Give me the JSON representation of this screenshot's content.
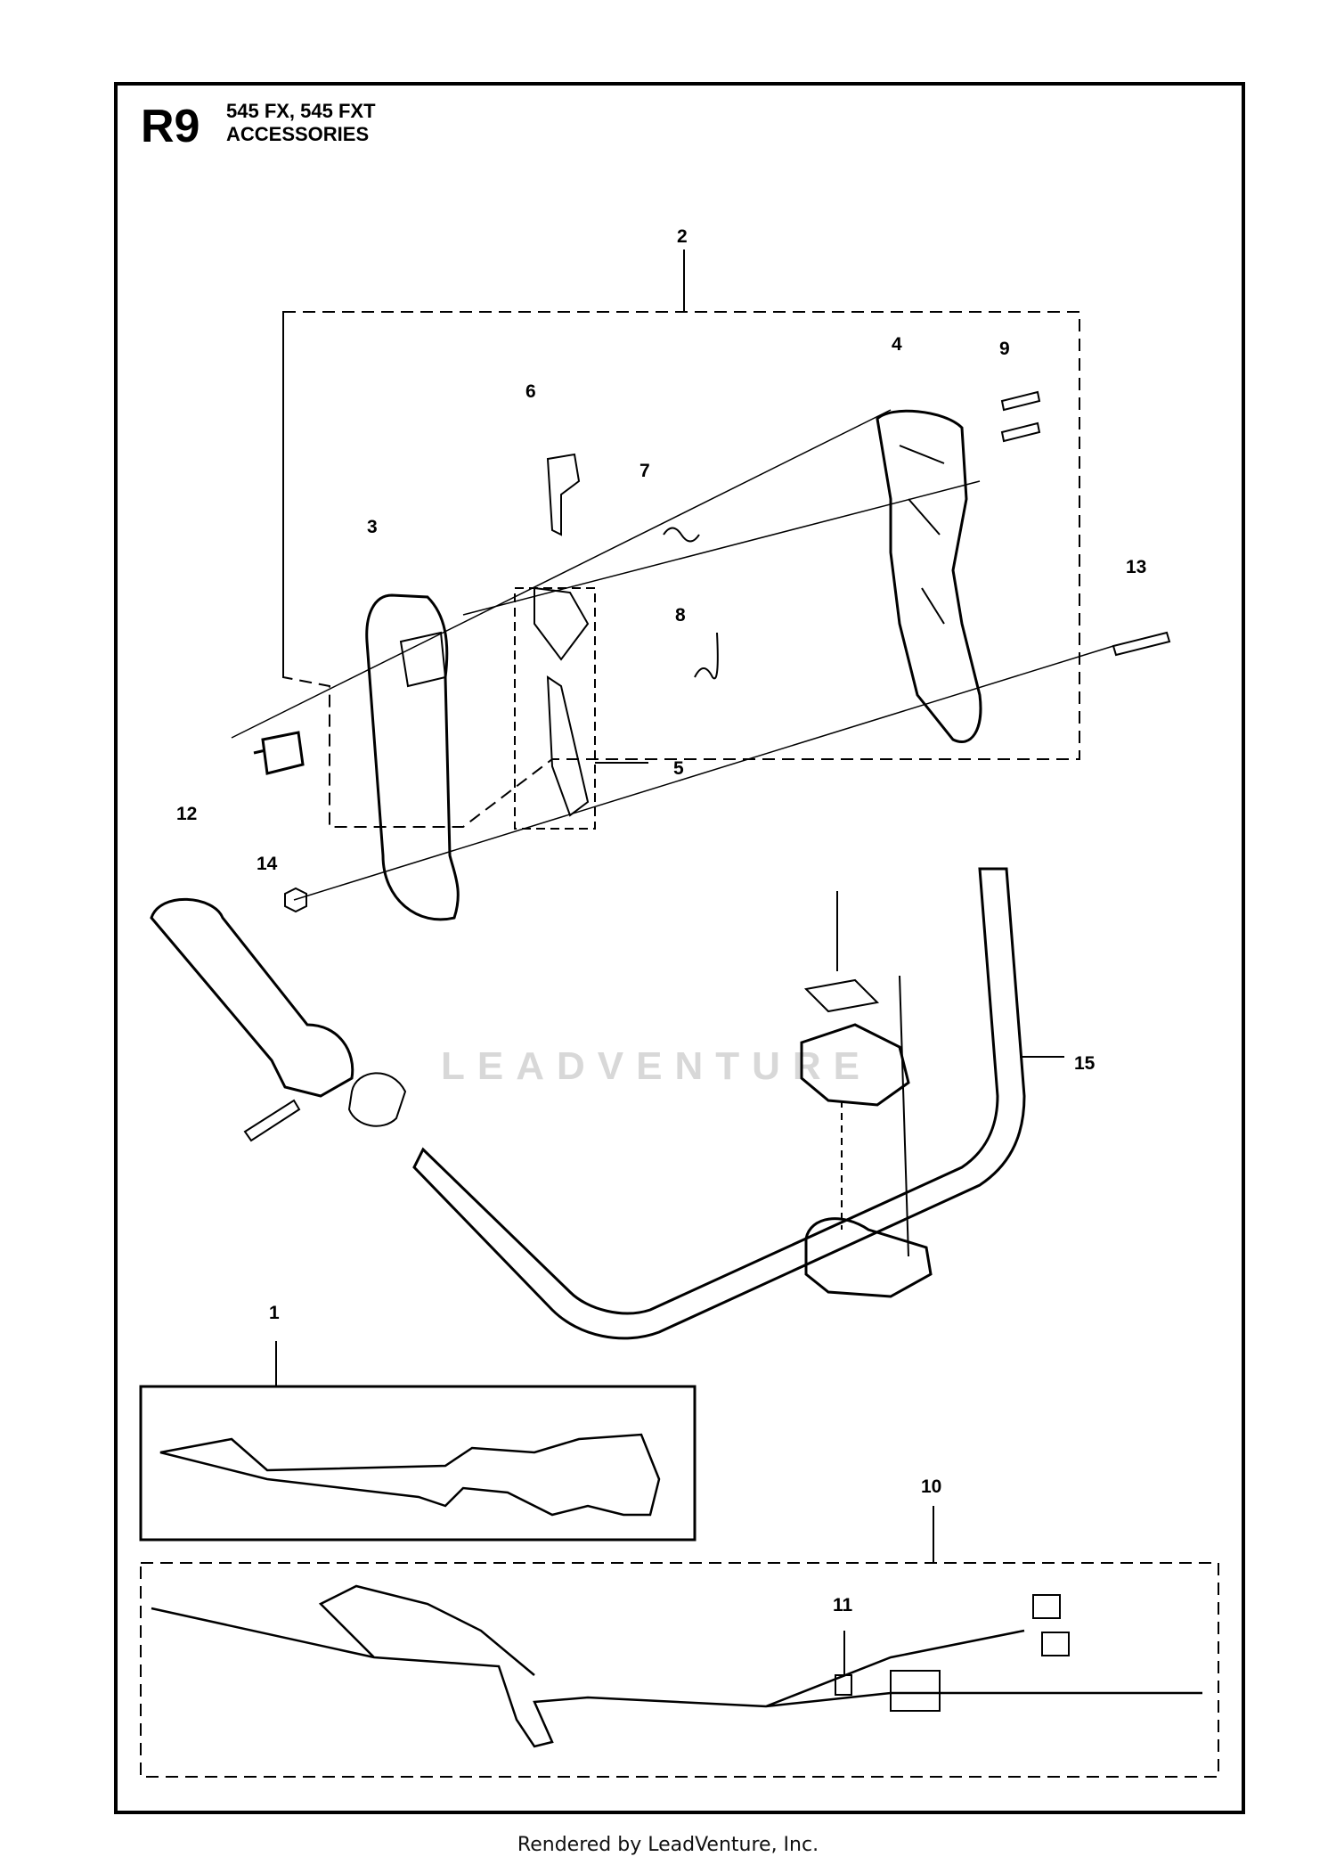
{
  "header": {
    "code": "R9",
    "models": "545 FX, 545 FXT",
    "title": "ACCESSORIES"
  },
  "callouts": [
    {
      "id": "c2",
      "text": "2"
    },
    {
      "id": "c4",
      "text": "4"
    },
    {
      "id": "c9",
      "text": "9"
    },
    {
      "id": "c6",
      "text": "6"
    },
    {
      "id": "c7",
      "text": "7"
    },
    {
      "id": "c3",
      "text": "3"
    },
    {
      "id": "c8",
      "text": "8"
    },
    {
      "id": "c13",
      "text": "13"
    },
    {
      "id": "c5",
      "text": "5"
    },
    {
      "id": "c12",
      "text": "12"
    },
    {
      "id": "c14",
      "text": "14"
    },
    {
      "id": "c15",
      "text": "15"
    },
    {
      "id": "c1",
      "text": "1"
    },
    {
      "id": "c10",
      "text": "10"
    },
    {
      "id": "c11",
      "text": "11"
    }
  ],
  "watermark": "LEADVENTURE",
  "footer": "Rendered by LeadVenture, Inc."
}
